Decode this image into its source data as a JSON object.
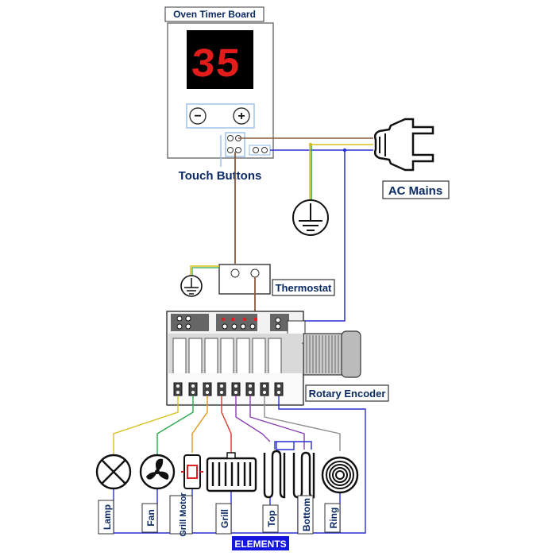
{
  "labels": {
    "oven_timer_board": "Oven Timer Board",
    "display_value": "35",
    "minus": "−",
    "plus": "+",
    "touch_buttons": "Touch Buttons",
    "ac_mains": "AC Mains",
    "thermostat": "Thermostat",
    "rotary_encoder": "Rotary Encoder",
    "elements": "ELEMENTS"
  },
  "elements": [
    {
      "label": "Lamp"
    },
    {
      "label": "Fan"
    },
    {
      "label": "Grill Motor"
    },
    {
      "label": "Grill"
    },
    {
      "label": "Top"
    },
    {
      "label": "Bottom"
    },
    {
      "label": "Ring"
    }
  ],
  "colors": {
    "segment": "#e21b1b",
    "display_bg": "#000000",
    "navy": "#0b2a63",
    "wire_brown": "#8a5a3c",
    "wire_blue": "#2a2fd0",
    "wire_yellow": "#d7c01c",
    "wire_green": "#2aa84a",
    "wire_orange": "#e09a20",
    "wire_red": "#d63a2a",
    "wire_purple": "#8a3fb0",
    "wire_gray": "#8c8c8c"
  }
}
